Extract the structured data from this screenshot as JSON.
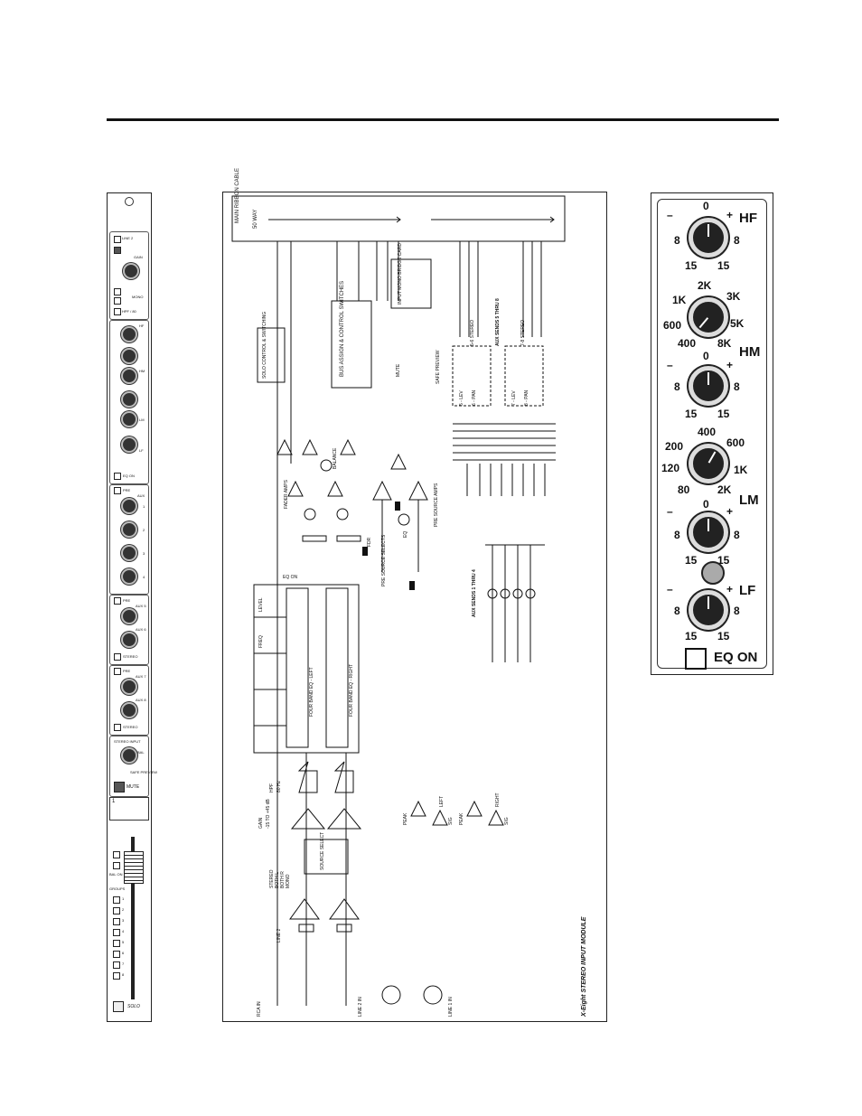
{
  "strip": {
    "line2": "LINE 2",
    "gain": "GAIN",
    "mono": "MONO",
    "hpf": "HPF / 80",
    "hf": "HF",
    "hm": "HM",
    "lm": "LM",
    "lf": "LF",
    "eq_on": "EQ ON",
    "pre": "PRE",
    "aux": "AUX",
    "aux_labels": [
      "1",
      "2",
      "3",
      "4"
    ],
    "aux56": "AUX 5",
    "aux6": "AUX 6",
    "aux78": "AUX 7",
    "aux8": "AUX 8",
    "stereo": "STEREO",
    "stereo_input": "STEREO INPUT",
    "bal": "BAL",
    "safe_preview": "SAFE PREVIEW",
    "mute": "MUTE",
    "channel_number": "1",
    "groups": "GROUPS",
    "group_numbers": [
      "1",
      "2",
      "3",
      "4",
      "5",
      "6",
      "7",
      "8"
    ],
    "bal_on": "BAL ON",
    "solo": "SOLO"
  },
  "schematic": {
    "title": "X-Eight STEREO INPUT MODULE",
    "ribbon": "MAIN RIBBON CABLE",
    "ribbon_way": "50 WAY",
    "labels": {
      "solo_control": "SOLO CONTROL & SWITCHING",
      "bus_assign": "BUS ASSIGN & CONTROL SWITCHES",
      "input_mono_bridge": "INPUT MONO BRIDGE CARD",
      "mute": "MUTE",
      "safe_preview": "SAFE PREVIEW",
      "aux_sends_5_8": "AUX SENDS 5 THRU 8",
      "stereo_56": "5-6 STEREO",
      "stereo_78": "7-8 STEREO",
      "lev5": "5 - LEV",
      "pan6": "6 - PAN",
      "lev7": "7 - LEV",
      "pan8": "8 - PAN",
      "fader_amps": "FADER AMPS",
      "balance": "BALANCE",
      "pre_source_amps": "PRE SOURCE AMPS",
      "pre_source_selects": "PRE SOURCE SELECTS",
      "eq_on": "EQ ON",
      "fdr": "FDR",
      "eq": "EQ",
      "four_band_left": "FOUR BAND EQ - LEFT",
      "four_band_right": "FOUR BAND EQ - RIGHT",
      "level": "LEVEL",
      "freq": "FREQ",
      "hpf": "HPF",
      "hpf_freq": "80 Hz",
      "gain": "GAIN",
      "gain_range": "-15 TO +45 dB",
      "source_select": "SOURCE SELECT",
      "stereo": "STEREO",
      "both_l": "BOTH L",
      "both_r": "BOTH R",
      "mono": "MONO",
      "peak": "PEAK",
      "sig": "SIG",
      "left": "LEFT",
      "right": "RIGHT",
      "aux_sends_1_4": "AUX SENDS 1 THRU 4",
      "line2": "LINE 2",
      "line2_in": "LINE 2 IN",
      "line1_in": "LINE 1 IN",
      "rca_in": "RCA IN",
      "phase": "Ø",
      "pre": "PRE"
    }
  },
  "eq_detail": {
    "bands": [
      {
        "name": "HF",
        "top": "0",
        "left": "8",
        "right": "8",
        "bottom_l": "15",
        "bottom_r": "15",
        "minus": "–",
        "plus": "+"
      },
      {
        "name": "HM",
        "freqs": [
          "2K",
          "1K",
          "3K",
          "600",
          "5K",
          "400",
          "8K"
        ],
        "top": "0",
        "left": "8",
        "right": "8",
        "bottom_l": "15",
        "bottom_r": "15",
        "minus": "–",
        "plus": "+"
      },
      {
        "name": "LM",
        "freqs": [
          "400",
          "200",
          "600",
          "120",
          "1K",
          "80",
          "2K"
        ],
        "top": "0",
        "left": "8",
        "right": "8",
        "bottom_l": "15",
        "bottom_r": "15",
        "minus": "–",
        "plus": "+"
      },
      {
        "name": "LF",
        "top": "",
        "left": "8",
        "right": "8",
        "bottom_l": "15",
        "bottom_r": "15",
        "minus": "–",
        "plus": "+"
      }
    ],
    "eq_on": "EQ ON"
  },
  "colors": {
    "ink": "#111111",
    "panel": "#ffffff",
    "knob": "#222222"
  }
}
